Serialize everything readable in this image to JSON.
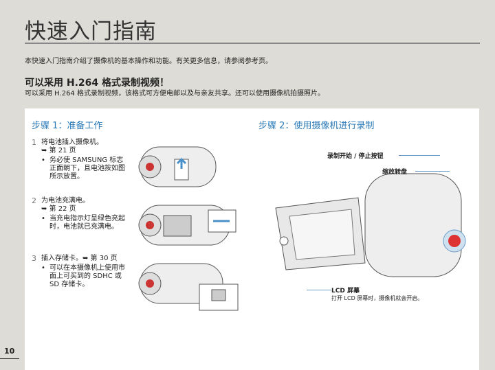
{
  "title": "快速入门指南",
  "intro": "本快速入门指南介绍了摄像机的基本操作和功能。有关更多信息，请参阅参考页。",
  "heading": "可以采用 H.264 格式录制视频！",
  "subheading": "可以采用 H.264 格式录制视频，该格式可方便电邮以及与亲友共享。还可以使用摄像机拍摄照片。",
  "step1": {
    "title": "步骤 1：准备工作",
    "items": [
      {
        "num": "1",
        "text": "将电池插入摄像机。",
        "ref": "➥ 第 21 页",
        "bullet": "务必使 SAMSUNG 标志正面朝下，且电池按如图所示放置。"
      },
      {
        "num": "2",
        "text": "为电池充满电。",
        "ref": "➥ 第 22 页",
        "bullet": "当充电指示灯呈绿色亮起时，电池就已充满电。"
      },
      {
        "num": "3",
        "text": "插入存储卡。➥ 第 30 页",
        "ref": "",
        "bullet": "可以在本摄像机上使用市面上可买到的 SDHC 或 SD 存储卡。"
      }
    ]
  },
  "step2": {
    "title": "步骤 2：使用摄像机进行录制",
    "labels": {
      "record": "录制开始 / 停止按钮",
      "zoom": "缩放转盘",
      "lcd": "LCD 屏幕",
      "lcd_desc": "打开 LCD 屏幕时，摄像机就会开启。"
    }
  },
  "page_number": "10"
}
